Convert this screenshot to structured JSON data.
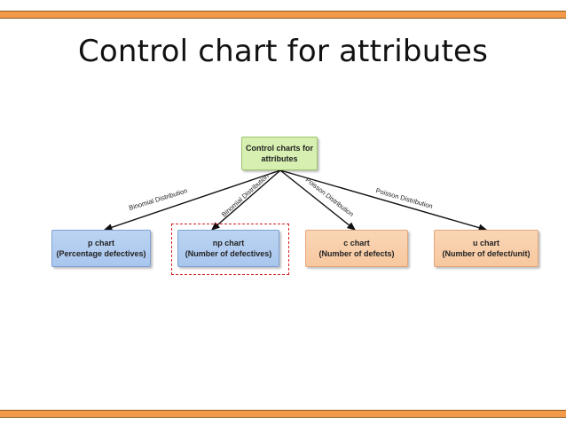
{
  "title": "Control chart for attributes",
  "colors": {
    "accent_bar": "#f29a4a",
    "root_fill": "#d7efb0",
    "root_border": "#9bc56b",
    "blue_fill": "#bcd4f2",
    "blue_border": "#7da2d4",
    "orange_fill": "#fad6b6",
    "orange_border": "#e3a67a",
    "highlight": "#d42020"
  },
  "root": {
    "line1": "Control charts for",
    "line2": "attributes"
  },
  "charts": [
    {
      "line1": "p chart",
      "line2": "(Percentage defectives)"
    },
    {
      "line1": "np chart",
      "line2": "(Number of defectives)"
    },
    {
      "line1": "c chart",
      "line2": "(Number of defects)"
    },
    {
      "line1": "u chart",
      "line2": "(Number of defect/unit)"
    }
  ],
  "edge_labels": [
    "Binomial Distribution",
    "Binomial Distribution",
    "Poisson Distribution",
    "Poisson Distribution"
  ]
}
